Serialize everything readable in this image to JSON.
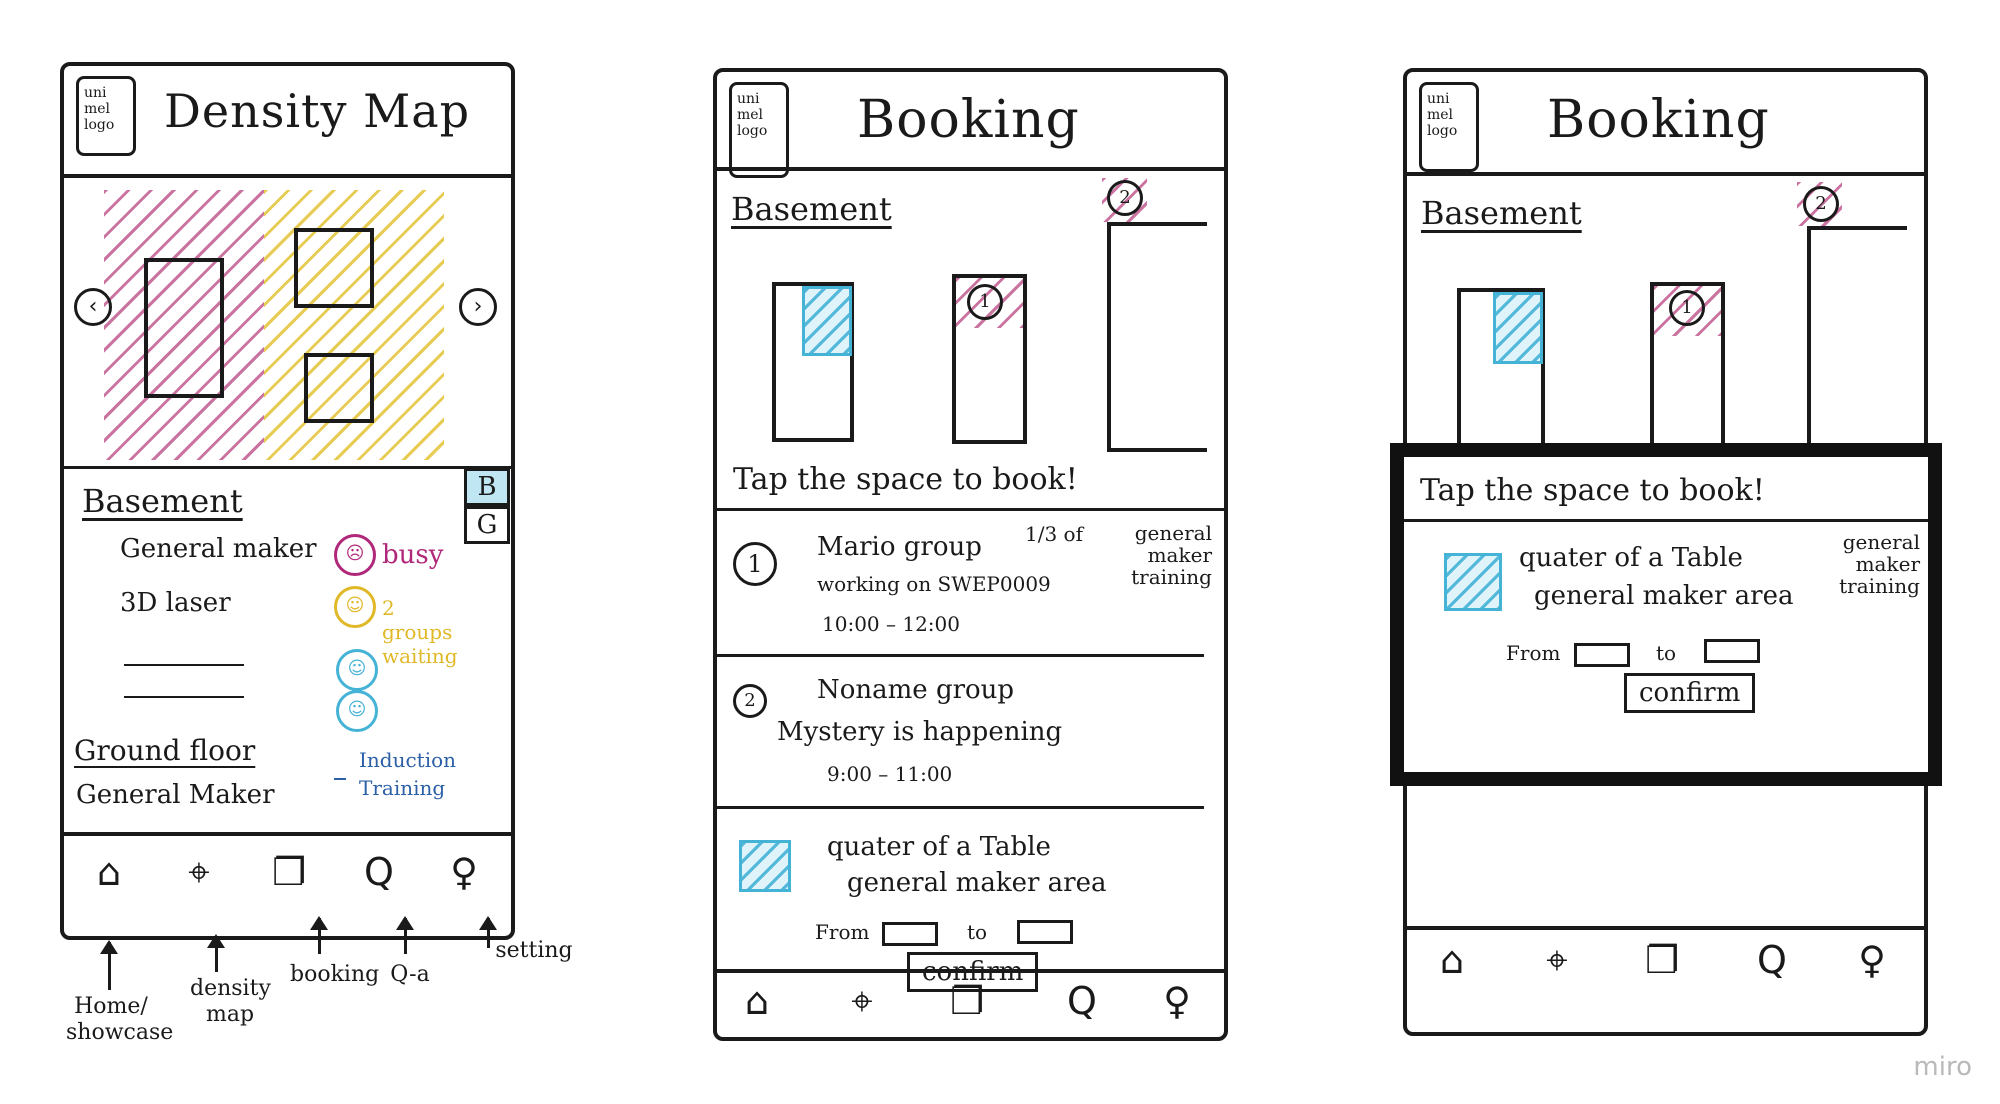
{
  "density_screen": {
    "logo_text": "uni\nmel\nlogo",
    "title": "Density Map",
    "floor_tabs": [
      "B",
      "G"
    ],
    "section_basement": "Basement",
    "items": [
      {
        "label": "General maker",
        "status": "busy"
      },
      {
        "label": "3D laser",
        "status": "2 groups waiting"
      }
    ],
    "section_ground": "Ground floor",
    "ground_item": "General Maker",
    "ground_status": "Induction Training",
    "colors": {
      "busy": "#b0287a",
      "waiting": "#e0b828",
      "free": "#45b3d6",
      "training": "#2b5fa8"
    }
  },
  "booking_screen": {
    "logo_text": "uni\nmel\nlogo",
    "title": "Booking",
    "section": "Basement",
    "badge_2": "2",
    "badge_1": "1",
    "tap_hint": "Tap the space to book!",
    "bookings": [
      {
        "number": "1",
        "line1": "Mario group",
        "line2": "working on SWEP0009",
        "time": "10:00 – 12:00",
        "side_fraction": "1/3 of",
        "side_text": "general maker training"
      },
      {
        "number": "2",
        "line1": "Noname group",
        "line2": "Mystery is happening",
        "time": "9:00 – 11:00"
      }
    ],
    "selection_line1": "quater of a Table",
    "selection_line2": "general maker area",
    "from_label": "From",
    "to_label": "to",
    "confirm_label": "confirm"
  },
  "booking_modal_screen": {
    "logo_text": "uni\nmel\nlogo",
    "title": "Booking",
    "section": "Basement",
    "badge_2": "2",
    "badge_1": "1",
    "tap_hint": "Tap the space to book!",
    "selection_line1": "quater of a Table",
    "selection_line2": "general maker area",
    "side_text": "general maker training",
    "from_label": "From",
    "to_label": "to",
    "confirm_label": "confirm"
  },
  "bottom_nav": {
    "items": [
      {
        "icon": "home-icon",
        "glyph": "⌂",
        "annotation": "Home/ showcase"
      },
      {
        "icon": "density-map-icon",
        "glyph": "⌖",
        "annotation": "density map"
      },
      {
        "icon": "booking-icon",
        "glyph": "❐",
        "annotation": "booking"
      },
      {
        "icon": "qa-icon",
        "glyph": "Q",
        "annotation": "Q-a"
      },
      {
        "icon": "setting-icon",
        "glyph": "♀",
        "annotation": "setting"
      }
    ]
  },
  "watermark": "miro"
}
